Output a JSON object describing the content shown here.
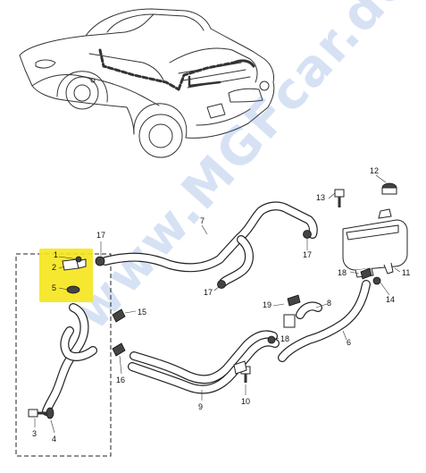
{
  "watermark": "www.MGFcar.de",
  "callouts": {
    "c1": "1",
    "c2": "2",
    "c3": "3",
    "c4": "4",
    "c5": "5",
    "c6": "6",
    "c7": "7",
    "c8": "8",
    "c9": "9",
    "c10": "10",
    "c11": "11",
    "c12": "12",
    "c13": "13",
    "c14": "14",
    "c15": "15",
    "c16": "16",
    "c17a": "17",
    "c17b": "17",
    "c17c": "17",
    "c18a": "18",
    "c18b": "18",
    "c19": "19"
  },
  "colors": {
    "highlight": "#f5e51b",
    "watermark": "#4a7fd0",
    "line": "#222222"
  }
}
